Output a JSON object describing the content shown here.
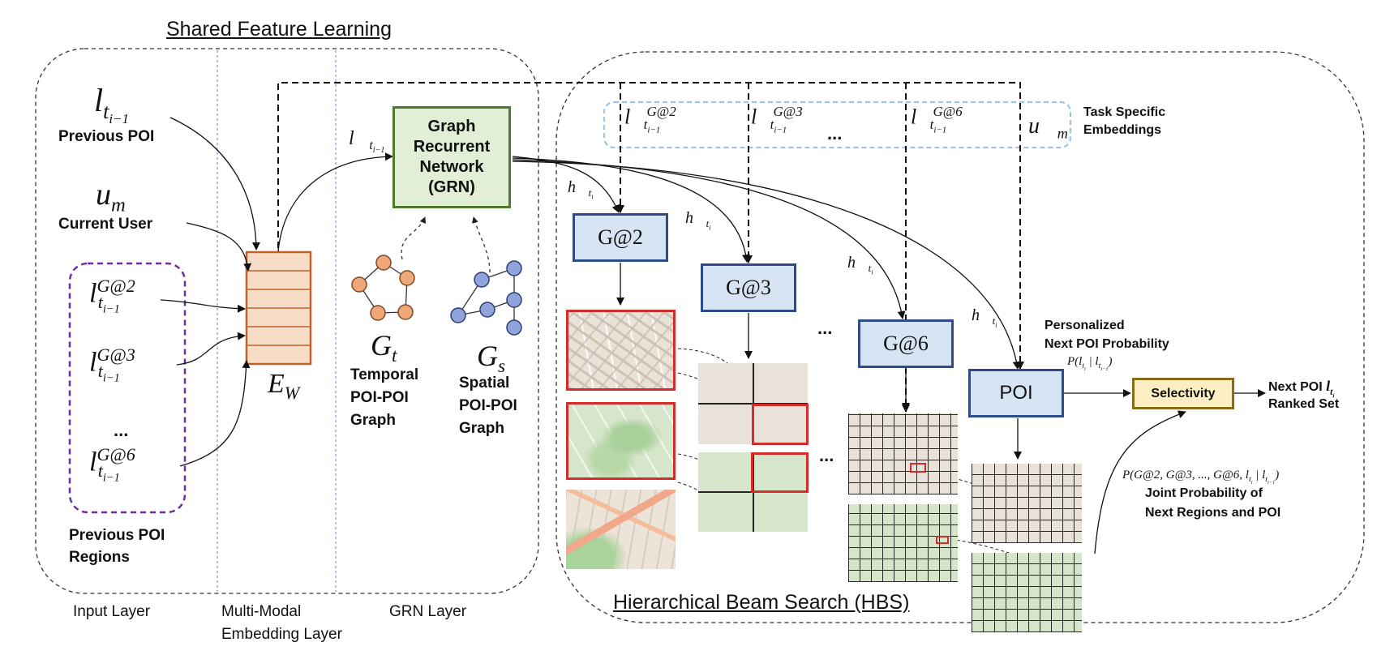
{
  "titles": {
    "shared": "Shared Feature Learning",
    "hbs": "Hierarchical Beam Search (HBS)"
  },
  "layers": {
    "input": "Input Layer",
    "embedding_line1": "Multi-Modal",
    "embedding_line2": "Embedding Layer",
    "grn": "GRN Layer"
  },
  "inputs": {
    "prev_poi_label": "Previous POI",
    "current_user_label": "Current User",
    "regions_label_line1": "Previous POI",
    "regions_label_line2": "Regions",
    "ellipsis": "..."
  },
  "embedding": {
    "symbol": "E",
    "sub": "W"
  },
  "grn_box": {
    "line1": "Graph",
    "line2": "Recurrent",
    "line3": "Network",
    "line4": "(GRN)"
  },
  "graphs": {
    "temporal_symbol": "G",
    "temporal_sub": "t",
    "temporal_line1": "Temporal",
    "temporal_line2": "POI-POI",
    "temporal_line3": "Graph",
    "spatial_symbol": "G",
    "spatial_sub": "s",
    "spatial_line1": "Spatial",
    "spatial_line2": "POI-POI",
    "spatial_line3": "Graph",
    "temporal_color": "#f0a878",
    "spatial_color": "#8fa4dc"
  },
  "task_embeddings": {
    "label_line1": "Task Specific",
    "label_line2": "Embeddings",
    "ellipsis": "...",
    "user": "u",
    "user_sub": "m",
    "g2": "G@2",
    "g3": "G@3",
    "g6": "G@6"
  },
  "hbs_boxes": {
    "g2": "G@2",
    "g3": "G@3",
    "g6": "G@6",
    "poi": "POI",
    "ellipsis": "..."
  },
  "hidden": {
    "symbol": "h",
    "sub": "t"
  },
  "output": {
    "personalized_line1": "Personalized",
    "personalized_line2": "Next POI Probability",
    "personalized_formula": "P(l | l)",
    "selectivity": "Selectivity",
    "next_line1": "Next POI",
    "next_line2": "Ranked Set",
    "joint_formula": "P(G@2, G@3, ..., G@6, l | l)",
    "joint_line1": "Joint Probability of",
    "joint_line2": "Next Regions and POI"
  },
  "colors": {
    "g_box_fill": "#d6e4f4",
    "g_box_border": "#2e4b8c",
    "grn_fill": "#e2eed6",
    "grn_border": "#4e7a2d",
    "selectivity_fill": "#fdefc3",
    "embedding_fill": "#f7dcc8",
    "embedding_border": "#c0632a",
    "region_border": "#6b2fa0",
    "task_border": "#9ec3e6",
    "highlight": "#d42c2c"
  }
}
